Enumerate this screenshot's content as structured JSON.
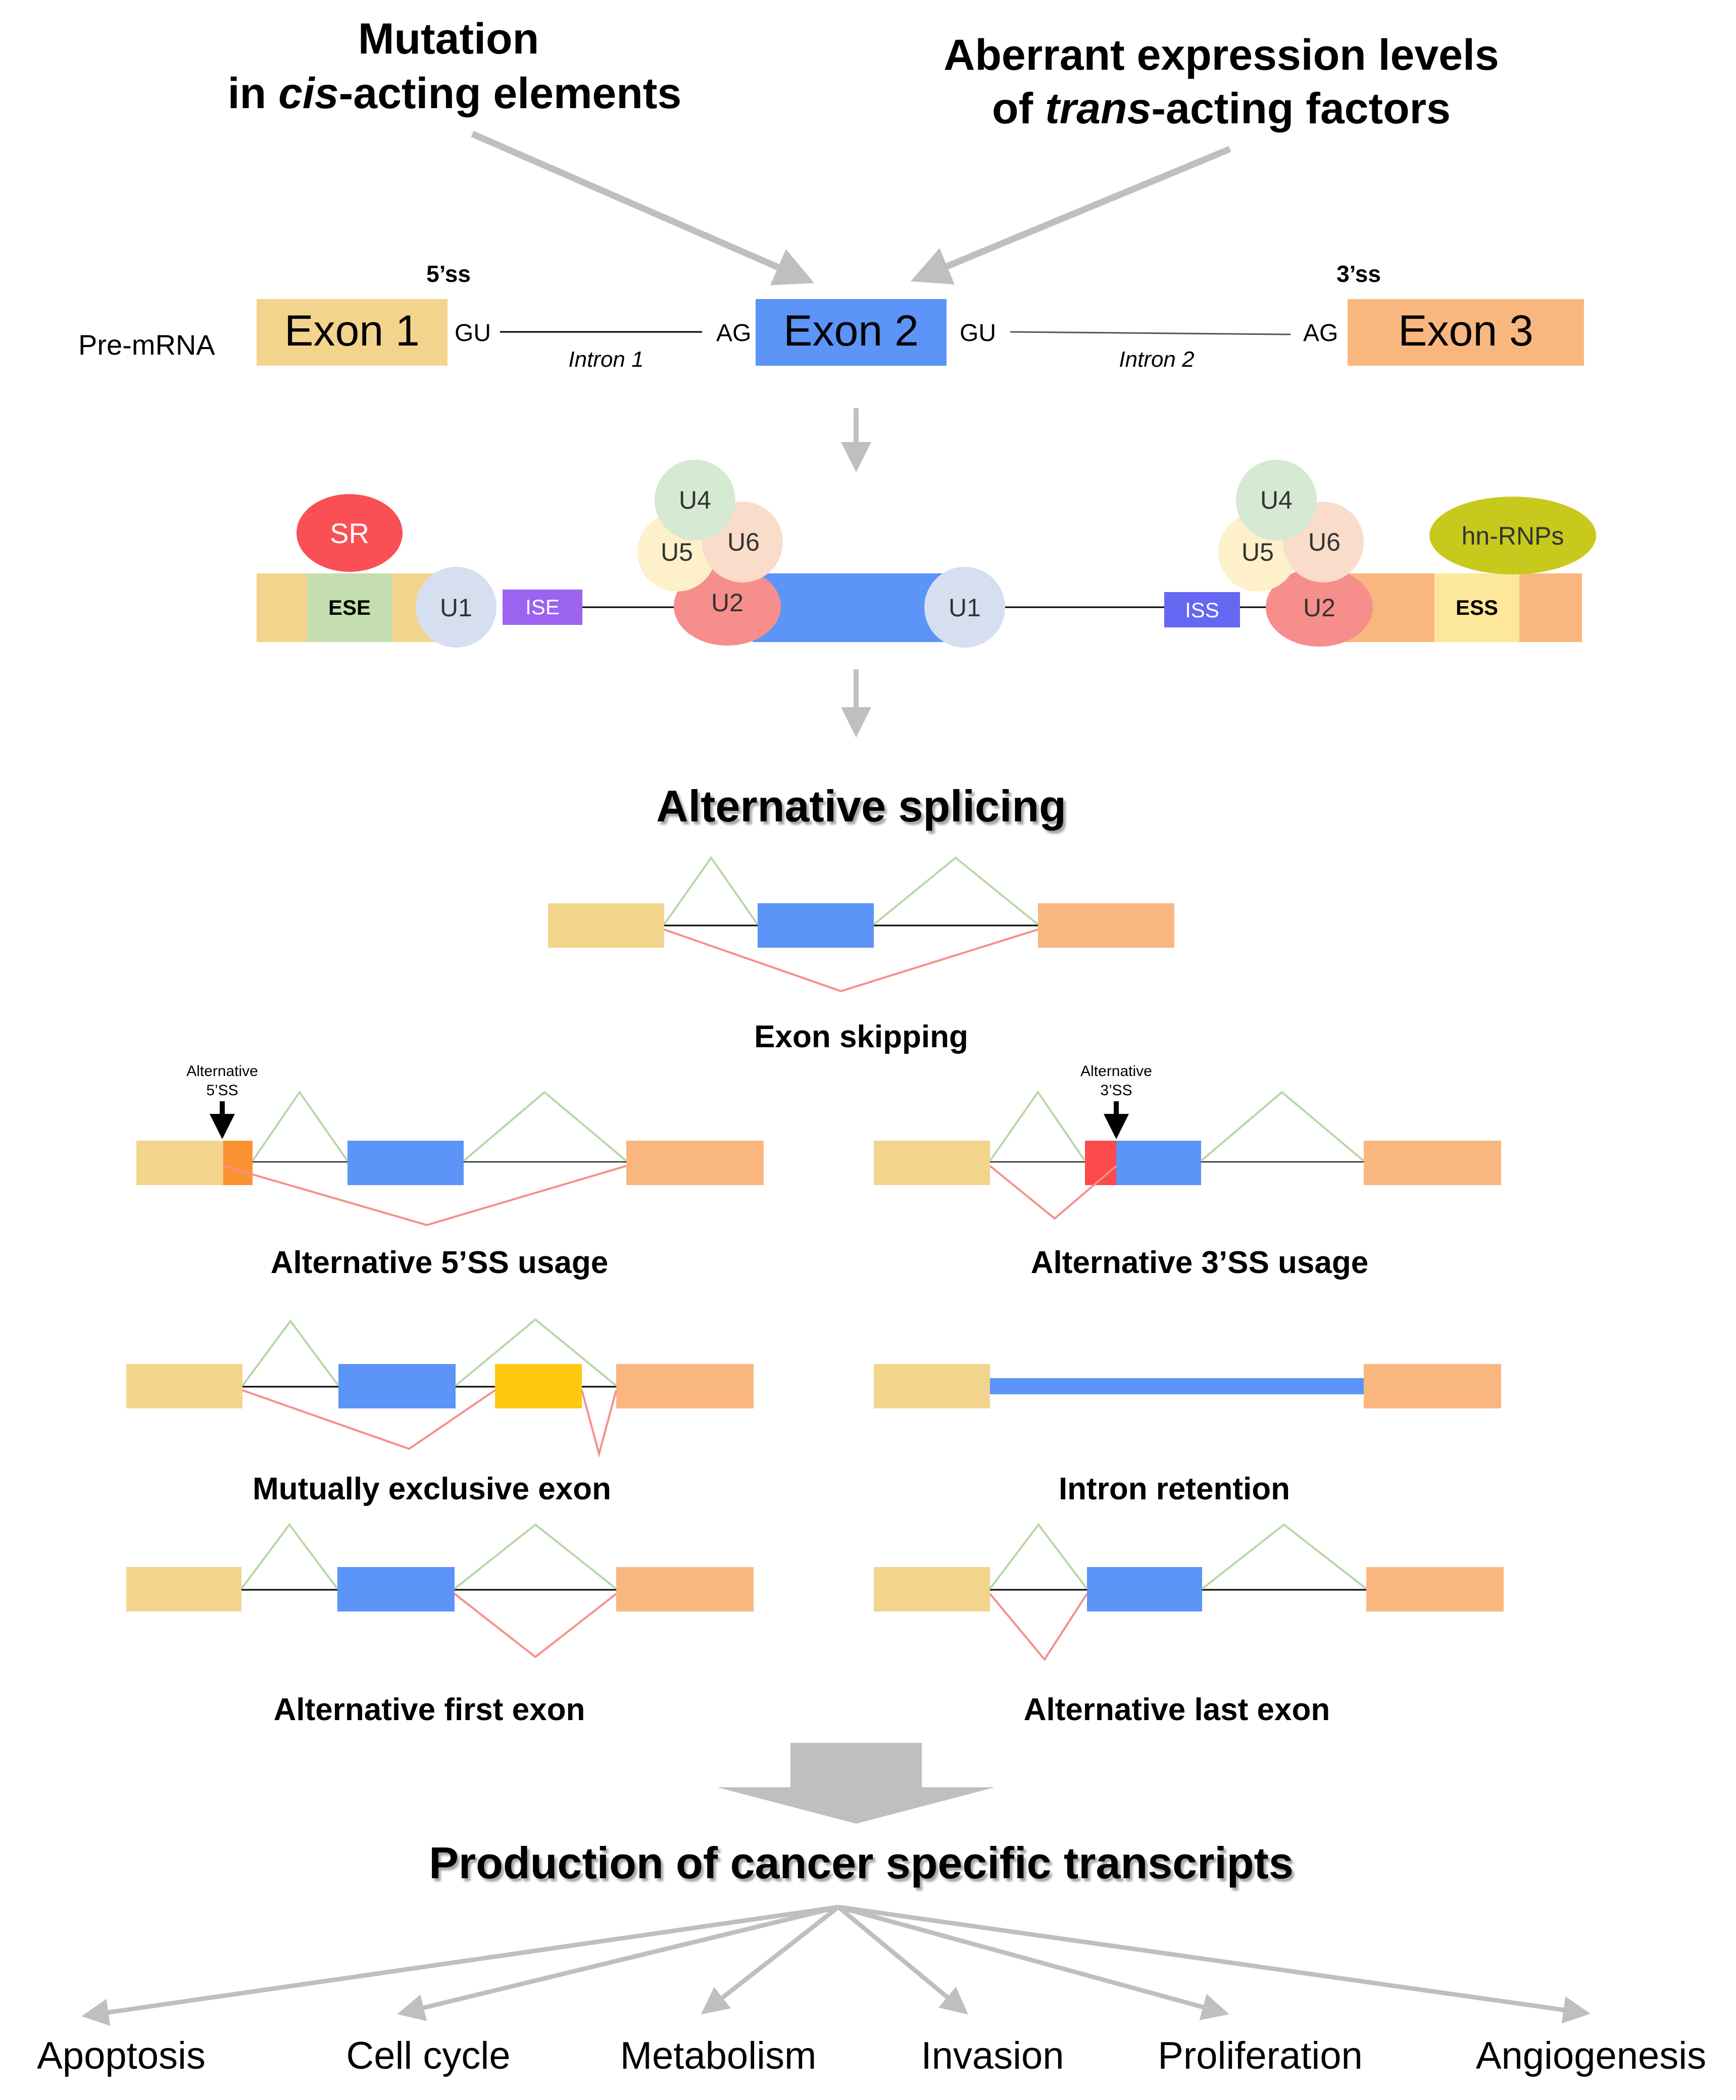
{
  "causes": {
    "cis": {
      "line1": "Mutation",
      "prefix": "in ",
      "italic": "cis",
      "suffix": "-acting elements"
    },
    "trans": {
      "line1": "Aberrant expression levels",
      "prefix": "of ",
      "italic": "trans",
      "suffix": "-acting factors"
    }
  },
  "premrna": {
    "row_label": "Pre-mRNA",
    "five_ss": "5’ss",
    "three_ss": "3’ss",
    "exon1": "Exon 1",
    "exon2": "Exon 2",
    "exon3": "Exon 3",
    "gu": "GU",
    "ag": "AG",
    "intron1": "Intron 1",
    "intron2": "Intron 2"
  },
  "spliceosome": {
    "sr": "SR",
    "ese": "ESE",
    "ise": "ISE",
    "iss": "ISS",
    "ess": "ESS",
    "hnrnps": "hn-RNPs",
    "u1": "U1",
    "u2": "U2",
    "u4": "U4",
    "u5": "U5",
    "u6": "U6"
  },
  "alt_splicing_title": "Alternative splicing",
  "types": {
    "exon_skipping": "Exon skipping",
    "alt5": "Alternative 5’SS usage",
    "alt3": "Alternative 3’SS usage",
    "mutex": "Mutually exclusive exon",
    "intron_retention": "Intron retention",
    "alt_first": "Alternative first exon",
    "alt_last": "Alternative last exon"
  },
  "markers": {
    "alt5_line1": "Alternative",
    "alt5_line2": "5’SS",
    "alt3_line1": "Alternative",
    "alt3_line2": "3’SS"
  },
  "production_title": "Production of cancer specific transcripts",
  "outcomes": [
    "Apoptosis",
    "Cell cycle",
    "Metabolism",
    "Invasion",
    "Proliferation",
    "Angiogenesis"
  ],
  "colors": {
    "exon1": "#f3d48c",
    "exon2": "#5c94f7",
    "exon3": "#f9b77f",
    "alt5_exon": "#fb9232",
    "alt3_exon": "#fc4a4a",
    "mutex_exon": "#fdc90e",
    "arrow_gray": "#bfbfbf",
    "included_path": "#b7d8a8",
    "skipped_path": "#f5908a"
  }
}
